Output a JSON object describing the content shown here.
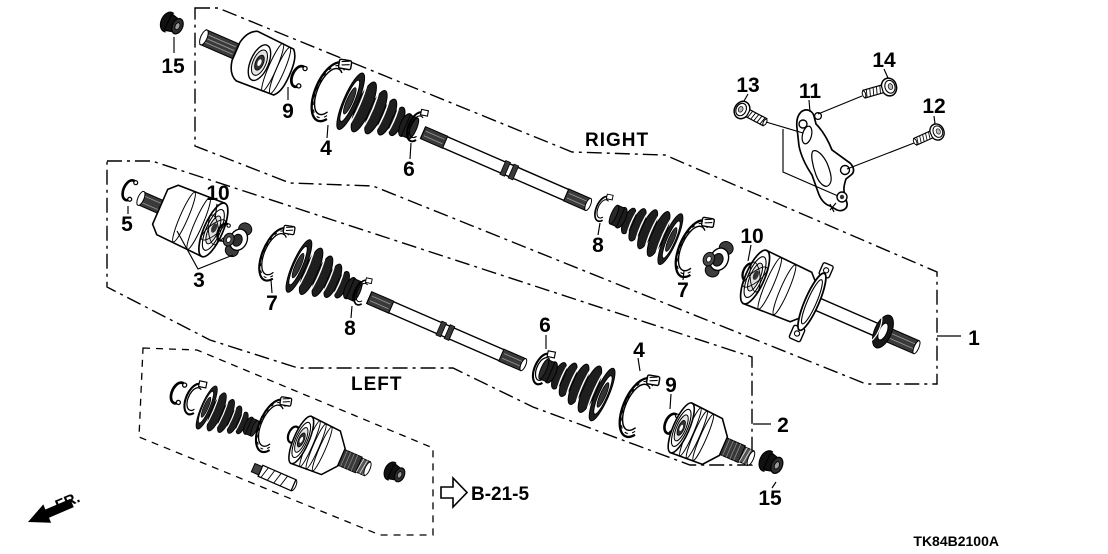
{
  "diagram_title": "driveshaft-exploded-parts-diagram",
  "part_code": "TK84B2100A",
  "section_labels": {
    "right": "RIGHT",
    "left": "LEFT"
  },
  "reference": {
    "label": "B-21-5"
  },
  "front_marker": {
    "label": "FR."
  },
  "callouts": [
    {
      "part": "15",
      "location": "right-spindle-nut"
    },
    {
      "part": "9",
      "location": "right-outboard-circlip"
    },
    {
      "part": "4",
      "location": "right-outboard-boot-band"
    },
    {
      "part": "6",
      "location": "right-outboard-small-band"
    },
    {
      "part": "8",
      "location": "right-inboard-small-band"
    },
    {
      "part": "7",
      "location": "right-inboard-boot-band"
    },
    {
      "part": "10",
      "location": "right-spider-ring"
    },
    {
      "part": "13",
      "location": "bracket-bolt-a"
    },
    {
      "part": "11",
      "location": "mount-bracket"
    },
    {
      "part": "14",
      "location": "bracket-bolt-b"
    },
    {
      "part": "12",
      "location": "bracket-bolt-c"
    },
    {
      "part": "1",
      "location": "right-driveshaft-assembly"
    },
    {
      "part": "5",
      "location": "left-inboard-circlip"
    },
    {
      "part": "10",
      "location": "left-spider-ring"
    },
    {
      "part": "3",
      "location": "left-inboard-joint"
    },
    {
      "part": "7",
      "location": "left-inboard-boot-band"
    },
    {
      "part": "8",
      "location": "left-inboard-small-band"
    },
    {
      "part": "6",
      "location": "left-outboard-small-band"
    },
    {
      "part": "4",
      "location": "left-outboard-boot-band"
    },
    {
      "part": "9",
      "location": "left-outboard-circlip"
    },
    {
      "part": "2",
      "location": "left-outboard-joint-set"
    },
    {
      "part": "15",
      "location": "left-spindle-nut"
    }
  ],
  "colors": {
    "line": "#000000",
    "background": "#ffffff",
    "boot_fill": "#1e1e1e"
  }
}
